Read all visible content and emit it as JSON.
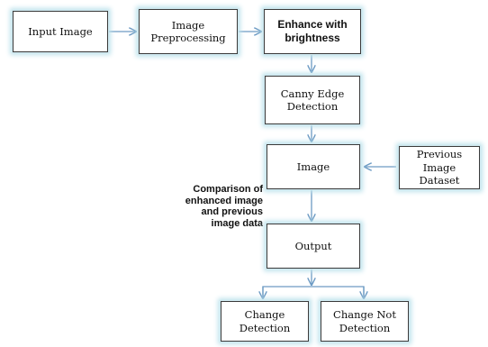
{
  "nodes": {
    "input_image": "Input Image",
    "preprocessing": "Image Preprocessing",
    "enhance": "Enhance with brightness",
    "canny": "Canny Edge Detection",
    "image": "Image",
    "previous_dataset": "Previous Image Dataset",
    "output": "Output",
    "change_detection": "Change Detection",
    "change_not_detection": "Change Not Detection"
  },
  "annotation": "Comparison of enhanced image and previous image data",
  "colors": {
    "arrow": "#6d9bc4",
    "box_border": "#3a3a3a",
    "box_glow": "#bfe3ec"
  }
}
